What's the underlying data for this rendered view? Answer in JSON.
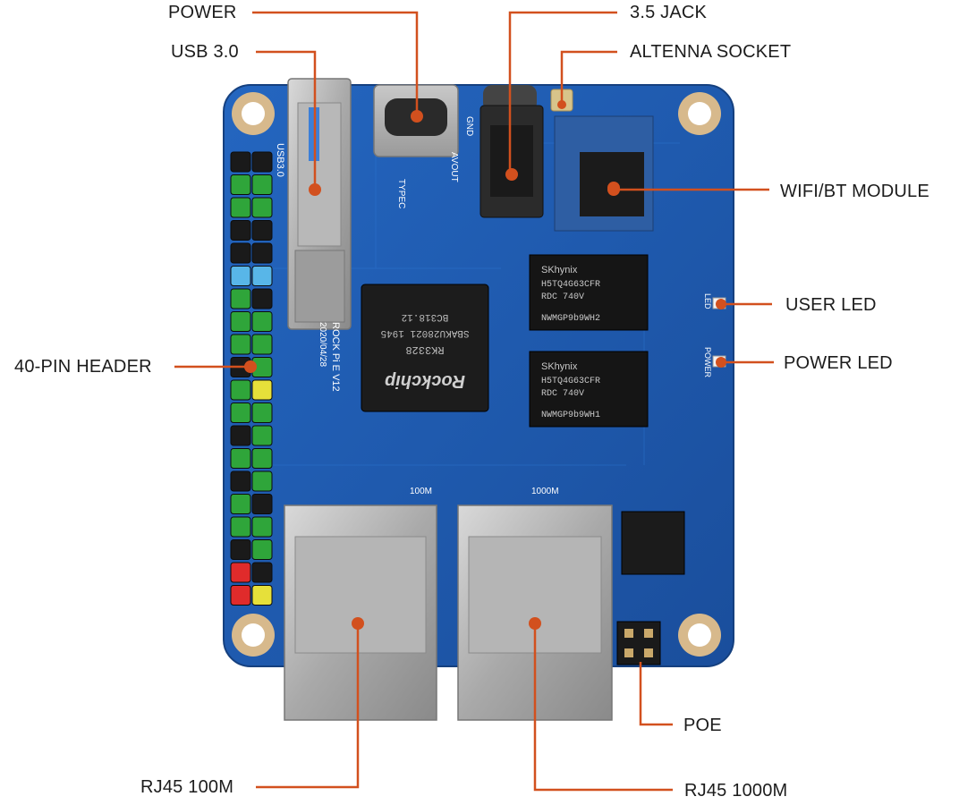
{
  "labels": {
    "power": "POWER",
    "usb3": "USB 3.0",
    "header40": "40-PIN HEADER",
    "rj45_100": "RJ45 100M",
    "jack": "3.5 JACK",
    "antenna": "ALTENNA SOCKET",
    "wifi": "WIFI/BT MODULE",
    "user_led": "USER LED",
    "power_led": "POWER LED",
    "poe": "POE",
    "rj45_1000": "RJ45 1000M"
  },
  "chip_text": {
    "soc_model": "RK3328",
    "soc_batch": "SBAKU28021 1945",
    "soc_lot": "BC318.12",
    "soc_brand": "Rockchip",
    "ram_brand": "SKhynix",
    "ram_part": "H5TQ4G63CFR",
    "ram_grade": "RDC 740V",
    "ram_code_1": "NWMGP9b9WH2",
    "ram_code_2": "NWMGP9b9WH1",
    "board_name": "ROCK Pi E V12",
    "board_date": "2020/04/28",
    "silk_usb": "USB3.0",
    "silk_typec": "TYPEC",
    "silk_gnd": "GND",
    "silk_avout": "AVOUT",
    "silk_led": "LED",
    "silk_power": "POWER",
    "silk_100m": "100M",
    "silk_1000m": "1000M"
  },
  "colors": {
    "pcb": "#1f5bb0",
    "pcb_dark": "#163f82",
    "callout_line": "#d2501e",
    "label_text": "#1c1c1c"
  }
}
